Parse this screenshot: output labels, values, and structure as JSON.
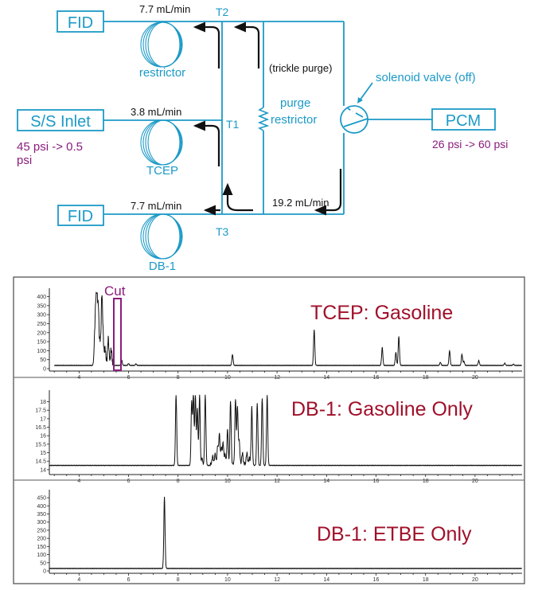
{
  "diagram": {
    "colors": {
      "pipe": "#1c9ac7",
      "pressure": "#8a1c7c",
      "arrow": "#111111",
      "chart_title": "#a0102a",
      "cut_box": "#8a1c7c"
    },
    "boxes": {
      "fid_top": "FID",
      "ss_inlet": "S/S Inlet",
      "fid_bottom": "FID",
      "pcm": "PCM"
    },
    "columns": {
      "restrictor": "restrictor",
      "tcep": "TCEP",
      "db1": "DB-1"
    },
    "tees": {
      "t1": "T1",
      "t2": "T2",
      "t3": "T3"
    },
    "flows": {
      "fid_top": "7.7 mL/min",
      "ss_inlet": "3.8 mL/min",
      "fid_bottom": "7.7 mL/min",
      "pcm_return": "19.2 mL/min"
    },
    "labels": {
      "trickle_purge": "(trickle purge)",
      "purge_restrictor_line1": "purge",
      "purge_restrictor_line2": "restrictor",
      "solenoid_valve": "solenoid valve (off)"
    },
    "pressures": {
      "inlet_line1": "45 psi -> 0.5",
      "inlet_line2": "psi",
      "pcm": "26 psi -> 60 psi"
    }
  },
  "chart_data": [
    {
      "type": "line",
      "title": "TCEP: Gasoline",
      "annotation": "Cut",
      "annotation_range": [
        5.5,
        5.75
      ],
      "xlabel": "",
      "ylabel": "",
      "xlim": [
        2.8,
        21.9
      ],
      "ylim": [
        0,
        420
      ],
      "xticks": [
        4,
        6,
        8,
        10,
        12,
        14,
        16,
        18,
        20
      ],
      "yticks": [
        0,
        50,
        100,
        150,
        200,
        250,
        300,
        350,
        400
      ],
      "baseline": 18,
      "peaks": [
        {
          "x": 4.62,
          "y": 110
        },
        {
          "x": 4.67,
          "y": 280
        },
        {
          "x": 4.72,
          "y": 415
        },
        {
          "x": 4.78,
          "y": 310
        },
        {
          "x": 4.85,
          "y": 130
        },
        {
          "x": 4.92,
          "y": 370
        },
        {
          "x": 4.97,
          "y": 150
        },
        {
          "x": 5.05,
          "y": 90
        },
        {
          "x": 5.18,
          "y": 145
        },
        {
          "x": 5.3,
          "y": 80
        },
        {
          "x": 5.72,
          "y": 50
        },
        {
          "x": 6.0,
          "y": 28
        },
        {
          "x": 6.3,
          "y": 26
        },
        {
          "x": 10.2,
          "y": 78
        },
        {
          "x": 13.5,
          "y": 215
        },
        {
          "x": 16.25,
          "y": 118
        },
        {
          "x": 16.8,
          "y": 90
        },
        {
          "x": 16.92,
          "y": 180
        },
        {
          "x": 18.6,
          "y": 35
        },
        {
          "x": 18.97,
          "y": 100
        },
        {
          "x": 19.47,
          "y": 80
        },
        {
          "x": 19.55,
          "y": 40
        },
        {
          "x": 20.15,
          "y": 45
        },
        {
          "x": 21.2,
          "y": 30
        },
        {
          "x": 21.55,
          "y": 25
        }
      ]
    },
    {
      "type": "line",
      "title": "DB-1: Gasoline Only",
      "xlabel": "",
      "ylabel": "",
      "xlim": [
        2.8,
        21.9
      ],
      "ylim": [
        13.9,
        18.4
      ],
      "xticks": [
        4,
        6,
        8,
        10,
        12,
        14,
        16,
        18,
        20
      ],
      "yticks": [
        14,
        14.5,
        15,
        15.5,
        16,
        16.5,
        17,
        17.5,
        18
      ],
      "baseline": 14.25,
      "peaks": [
        {
          "x": 7.92,
          "y": 18.4
        },
        {
          "x": 8.55,
          "y": 18.0
        },
        {
          "x": 8.62,
          "y": 18.4
        },
        {
          "x": 8.7,
          "y": 18.4
        },
        {
          "x": 8.78,
          "y": 17.6
        },
        {
          "x": 8.87,
          "y": 18.4
        },
        {
          "x": 8.97,
          "y": 14.7
        },
        {
          "x": 9.1,
          "y": 18.4
        },
        {
          "x": 9.4,
          "y": 14.7
        },
        {
          "x": 9.5,
          "y": 14.85
        },
        {
          "x": 9.6,
          "y": 15.3
        },
        {
          "x": 9.67,
          "y": 16.0
        },
        {
          "x": 9.75,
          "y": 15.2
        },
        {
          "x": 9.82,
          "y": 15.5
        },
        {
          "x": 9.9,
          "y": 14.8
        },
        {
          "x": 10.0,
          "y": 16.3
        },
        {
          "x": 10.12,
          "y": 17.9
        },
        {
          "x": 10.32,
          "y": 18.1
        },
        {
          "x": 10.4,
          "y": 17.6
        },
        {
          "x": 10.47,
          "y": 15.6
        },
        {
          "x": 10.6,
          "y": 14.9
        },
        {
          "x": 10.78,
          "y": 14.9
        },
        {
          "x": 10.88,
          "y": 14.6
        },
        {
          "x": 10.98,
          "y": 17.6
        },
        {
          "x": 11.2,
          "y": 17.9
        },
        {
          "x": 11.4,
          "y": 18.2
        },
        {
          "x": 11.6,
          "y": 18.4
        }
      ]
    },
    {
      "type": "line",
      "title": "DB-1: ETBE Only",
      "xlabel": "",
      "ylabel": "",
      "xlim": [
        2.8,
        21.9
      ],
      "ylim": [
        0,
        470
      ],
      "xticks": [
        4,
        6,
        8,
        10,
        12,
        14,
        16,
        18,
        20
      ],
      "yticks": [
        0,
        50,
        100,
        150,
        200,
        250,
        300,
        350,
        400,
        450
      ],
      "baseline": 15,
      "peaks": [
        {
          "x": 7.45,
          "y": 455
        }
      ]
    }
  ]
}
